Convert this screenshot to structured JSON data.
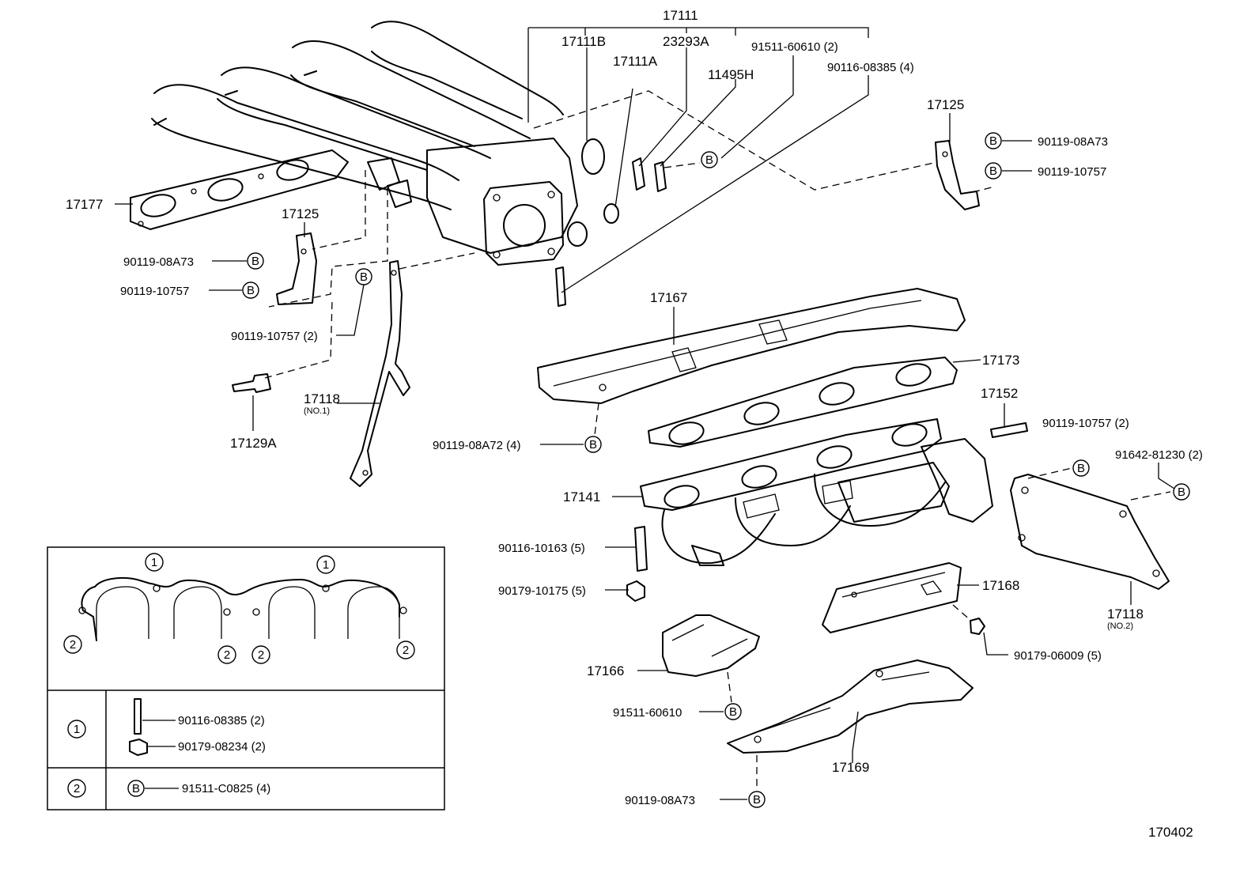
{
  "diagram_id": "170402",
  "labels": {
    "p17111": "17111",
    "p17111B": "17111B",
    "p23293A": "23293A",
    "p91511_60610_2": "91511-60610 (2)",
    "p17111A": "17111A",
    "p90116_08385_4": "90116-08385 (4)",
    "p11495H": "11495H",
    "p17125_top": "17125",
    "p90119_08A73_r": "90119-08A73",
    "p90119_10757_r": "90119-10757",
    "p17177": "17177",
    "p17125_left": "17125",
    "p90119_08A73_l": "90119-08A73",
    "p90119_10757_l": "90119-10757",
    "p90119_10757_2_l": "90119-10757 (2)",
    "p17129A": "17129A",
    "p17118_no1": "17118",
    "p17118_no1_sub": "(NO.1)",
    "p17167": "17167",
    "p17173": "17173",
    "p17152": "17152",
    "p90119_08A72_4": "90119-08A72 (4)",
    "p90119_10757_2_r": "90119-10757 (2)",
    "p91642_81230_2": "91642-81230 (2)",
    "p17141": "17141",
    "p90116_10163_5": "90116-10163 (5)",
    "p90179_10175_5": "90179-10175 (5)",
    "p17168": "17168",
    "p17118_no2": "17118",
    "p17118_no2_sub": "(NO.2)",
    "p17166": "17166",
    "p90179_06009_5": "90179-06009 (5)",
    "p91511_60610": "91511-60610",
    "p17169": "17169",
    "p90119_08A73_b": "90119-08A73"
  },
  "bolt_marker": "B",
  "table": {
    "callout_1": "1",
    "callout_2": "2",
    "row1_a": "90116-08385 (2)",
    "row1_b": "90179-08234 (2)",
    "row2": "91511-C0825 (4)"
  }
}
